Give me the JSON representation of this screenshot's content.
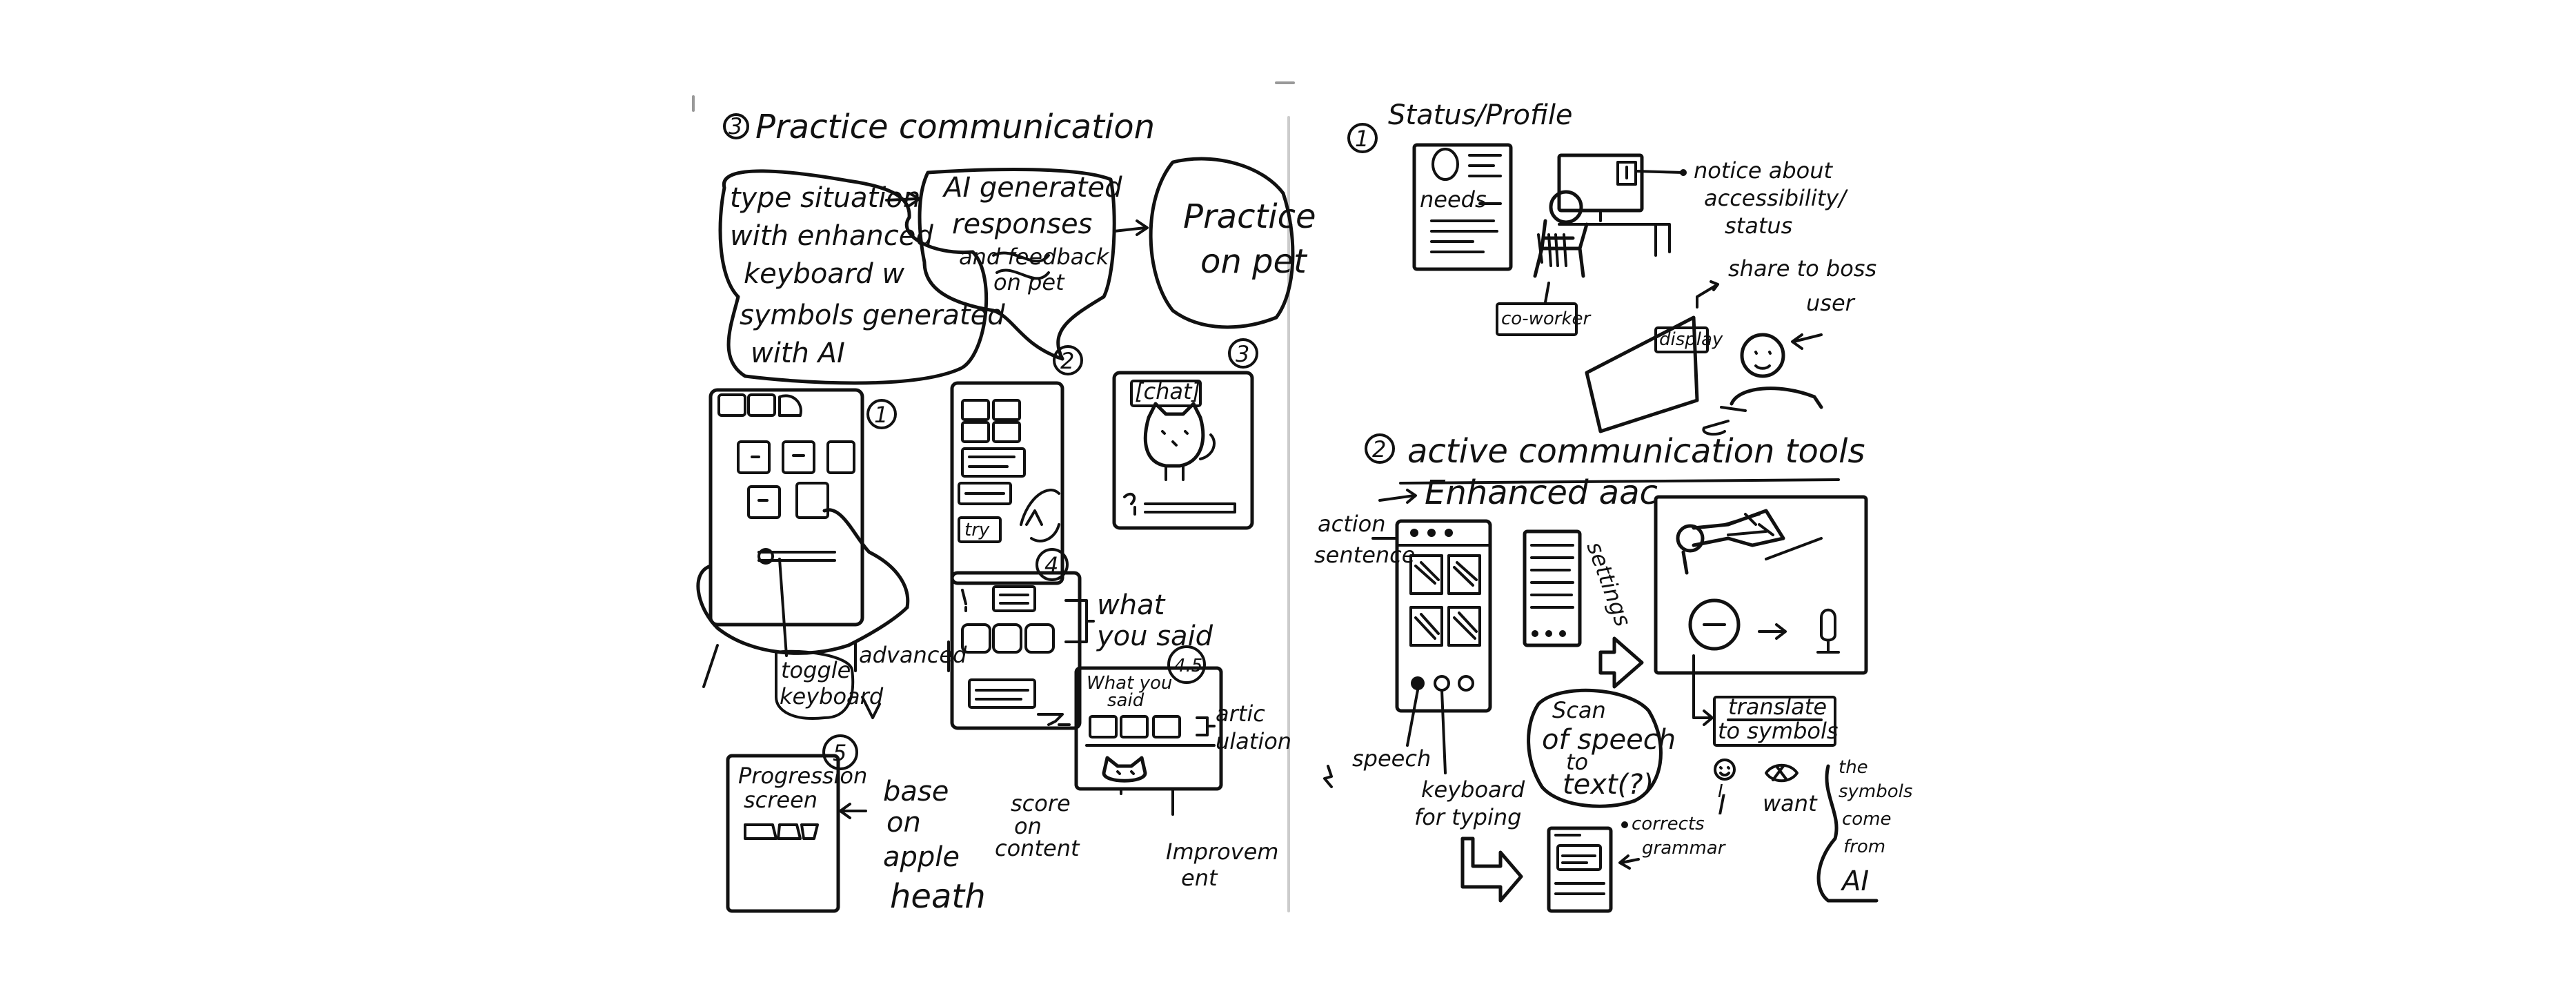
{
  "left_page": {
    "section_number": "3",
    "title": "Practice communication",
    "bubble_type": [
      "type situation",
      "with enhanced",
      "keyboard w",
      "symbols generated",
      "with AI"
    ],
    "bubble_ai": [
      "AI generated",
      "responses",
      "and feedback",
      "on pet"
    ],
    "bubble_practice": [
      "Practice",
      "on pet"
    ],
    "screen1_num": "1",
    "screen2_num": "2",
    "screen3_num": "3",
    "screen4_num": "4",
    "screen45_num": "4.5",
    "screen5_num": "5",
    "screen2_try": "try",
    "screen3_chat": "[chat]",
    "toggle_keyboard": [
      "toggle",
      "keyboard"
    ],
    "advanced": "advanced",
    "what_you_said": [
      "what",
      "you said"
    ],
    "screen45_header": [
      "What you",
      "said"
    ],
    "articulation": [
      "artic",
      "ulation"
    ],
    "score_on_content": [
      "score",
      "on",
      "content"
    ],
    "improvement": [
      "Improvem",
      "ent"
    ],
    "progression_screen": [
      "Progression",
      "screen"
    ],
    "base_on_apple_heath": [
      "base",
      "on",
      "apple",
      "heath"
    ]
  },
  "right_page": {
    "status_number": "1",
    "status_title": "Status/Profile",
    "needs": "needs",
    "co_worker": "co-worker",
    "notice": [
      "notice about",
      "accessibility/",
      "status"
    ],
    "share_to_boss": "share to boss",
    "display": "display",
    "user": "user",
    "tools_number": "2",
    "tools_title": "active communication tools",
    "enhanced_aac": "Enhanced aac",
    "action_sentence": [
      "action",
      "sentence"
    ],
    "settings": "settings",
    "speech": "speech",
    "keyboard_for_typing": [
      "keyboard",
      "for typing"
    ],
    "scan_of_speech": [
      "Scan",
      "of speech",
      "to",
      "text(?)"
    ],
    "corrects_grammar": [
      "corrects",
      "grammar"
    ],
    "translate_to_symbols": [
      "translate",
      "to symbols"
    ],
    "symbol_i_top": "I",
    "symbol_i": "I",
    "symbol_want": "want",
    "symbols_from_ai": [
      "the",
      "symbols",
      "come",
      "from",
      "AI"
    ]
  }
}
